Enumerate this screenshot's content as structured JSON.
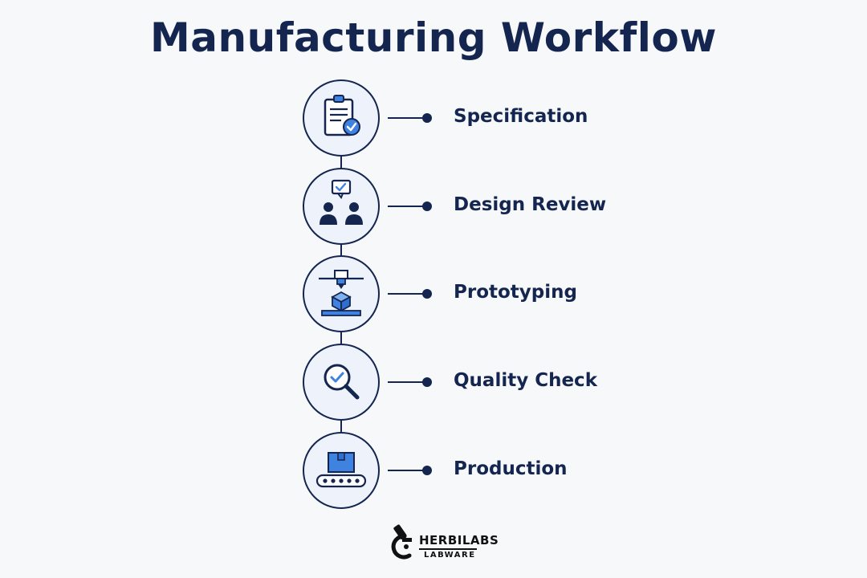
{
  "title": "Manufacturing Workflow",
  "colors": {
    "navy": "#14254f",
    "accent": "#3f82e0",
    "circle_fill": "#eef2fb",
    "background": "#f7f8fa"
  },
  "steps": [
    {
      "label": "Specification",
      "icon": "clipboard-check-icon"
    },
    {
      "label": "Design Review",
      "icon": "people-chat-check-icon"
    },
    {
      "label": "Prototyping",
      "icon": "3d-printer-icon"
    },
    {
      "label": "Quality Check",
      "icon": "magnifier-check-icon"
    },
    {
      "label": "Production",
      "icon": "conveyor-box-icon"
    }
  ],
  "logo": {
    "name": "HERBILABS",
    "sub": "LABWARE",
    "icon": "microscope-icon"
  }
}
